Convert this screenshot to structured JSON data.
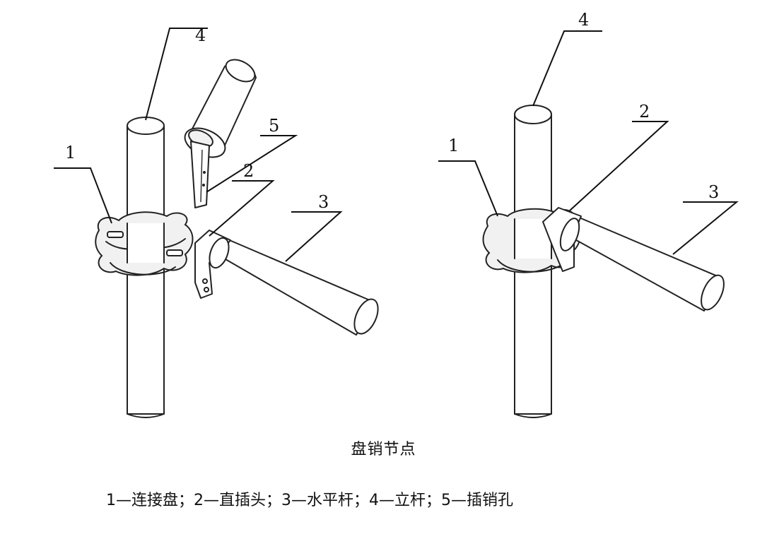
{
  "labels": {
    "left": {
      "n1": "1",
      "n2": "2",
      "n3": "3",
      "n4": "4",
      "n5": "5"
    },
    "right": {
      "n1": "1",
      "n2": "2",
      "n3": "3",
      "n4": "4"
    }
  },
  "caption": "盘销节点",
  "legend": "1—连接盘；2—直插头；3—水平杆；4—立杆；5—插销孔"
}
